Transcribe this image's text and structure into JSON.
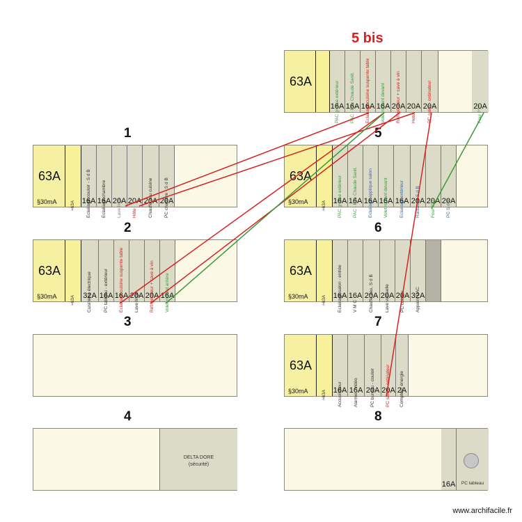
{
  "rows": {
    "r5bis": {
      "title": "5 bis",
      "main": "63A",
      "labels": [
        "PAC grosse extérieur",
        "PAC - Eau Chaude Sanit.",
        "Eclairage cuisine suspente table",
        "Volet roulant devant",
        "Réfrigérateur + cave à vin",
        "Hote",
        "PC salon - ordinateur",
        "Four ???"
      ],
      "amps": [
        "16A",
        "16A",
        "16A",
        "16A",
        "20A",
        "20A",
        "20A",
        "20A"
      ]
    },
    "r1": {
      "title": "1",
      "main": "63A",
      "sub": "§30mA",
      "diff": "≈63A",
      "labels": [
        "Eclairage couloir - S d B",
        "Eclairage chambre",
        "Lave linge",
        "Hôte",
        "Chauffe eau cuisine",
        "PC chambre - S d B"
      ],
      "amps": [
        "16A",
        "16A",
        "20A",
        "20A",
        "20A",
        "20A"
      ]
    },
    "r5": {
      "title": "5",
      "main": "63A",
      "sub": "§30mA",
      "diff": "≈63A",
      "labels": [
        "PAC grosse extérieur",
        "PAC - Eau Chaude Sanit.",
        "Eclairage applique salon",
        "Volet roulant devant",
        "Eclairage extérieur",
        "Radiateur S d B",
        "Four ???",
        "PC S d B"
      ],
      "amps": [
        "16A",
        "16A",
        "16A",
        "16A",
        "16A",
        "20A",
        "20A",
        "20A"
      ]
    },
    "r2": {
      "title": "2",
      "main": "63A",
      "sub": "§30mA",
      "diff": "≈63A",
      "labels": [
        "Cuisinière électrique",
        "PC tableau - extérieur",
        "Eclairage cuisine suspente table",
        "Lave linge",
        "Réfrigérateur + cave à vin",
        "Volet roulant arrière"
      ],
      "amps": [
        "32A",
        "16A",
        "16A",
        "20A",
        "20A",
        "16A"
      ]
    },
    "r6": {
      "title": "6",
      "main": "63A",
      "sub": "§30mA",
      "diff": "≈63A",
      "labels": [
        "Eclairage salon - entrée",
        "V M C",
        "Chauffe eau, S d B",
        "Lave vaisselle",
        "PC cuisine",
        "Appoint PAC"
      ],
      "amps": [
        "16A",
        "16A",
        "20A",
        "20A",
        "20A",
        "32A"
      ]
    },
    "r3": {
      "title": "3"
    },
    "r7": {
      "title": "7",
      "main": "63A",
      "sub": "§30mA",
      "diff": "≈63A",
      "labels": [
        "Accueilsseur",
        "Alarme - vidéo",
        "PC bureau - couloir",
        "PC salon - ordinateur",
        "Compteur énergie"
      ],
      "amps": [
        "16A",
        "16A",
        "20A",
        "20A",
        "2A"
      ]
    },
    "r4": {
      "title": "4",
      "delta": "DELTA DORE",
      "delta_sub": "(sécurité)"
    },
    "r8": {
      "title": "8",
      "amp": "16A",
      "pc": "PC tableau"
    }
  },
  "credit": "www.archifacile.fr",
  "colors": {
    "red": "#d9201f",
    "green": "#3a9a3a",
    "frame": "#fcf8e6",
    "main": "#f6f0a3"
  }
}
